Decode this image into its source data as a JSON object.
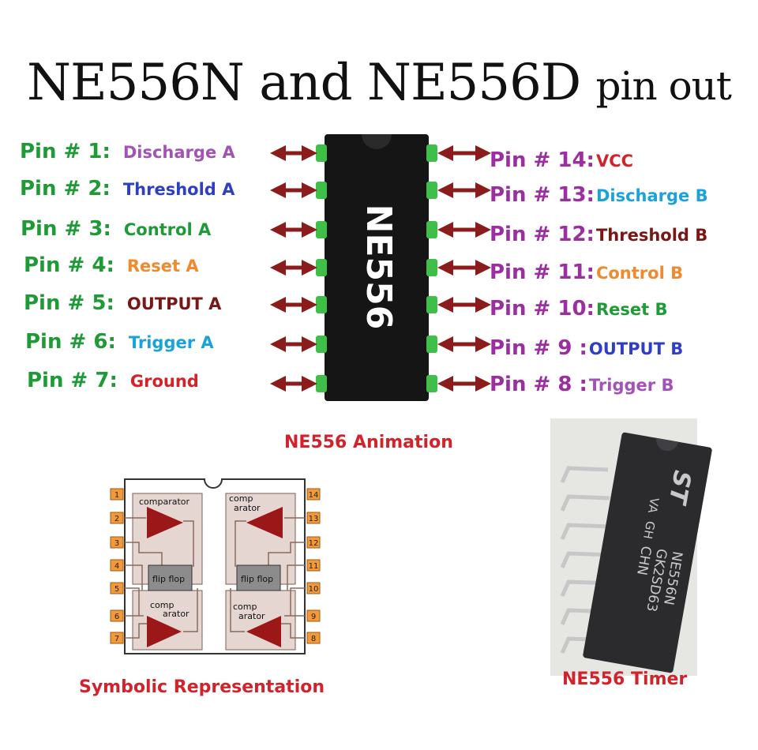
{
  "title": {
    "main": "NE556N and NE556D",
    "suffix": "pin out"
  },
  "chip_label": "NE556",
  "pins_left": [
    {
      "num": "Pin # 1:",
      "fn": "Discharge A",
      "color": "#a352b5"
    },
    {
      "num": "Pin # 2:",
      "fn": "Threshold A",
      "color": "#2e3fc4"
    },
    {
      "num": "Pin # 3:",
      "fn": "Control A",
      "color": "#1e9a36"
    },
    {
      "num": "Pin # 4:",
      "fn": "Reset A",
      "color": "#f08a2a"
    },
    {
      "num": "Pin # 5:",
      "fn": "OUTPUT A",
      "color": "#7a1616"
    },
    {
      "num": "Pin # 6:",
      "fn": "Trigger A",
      "color": "#1aa3d9"
    },
    {
      "num": "Pin # 7:",
      "fn": "Ground",
      "color": "#d2222a"
    }
  ],
  "pins_right": [
    {
      "num": "Pin # 14:",
      "fn": "VCC",
      "color": "#d2222a"
    },
    {
      "num": "Pin # 13:",
      "fn": "Discharge B",
      "color": "#1aa3d9"
    },
    {
      "num": "Pin # 12:",
      "fn": "Threshold B",
      "color": "#7a1616"
    },
    {
      "num": "Pin # 11:",
      "fn": "Control B",
      "color": "#f08a2a"
    },
    {
      "num": "Pin # 10:",
      "fn": "Reset B",
      "color": "#1e9a36"
    },
    {
      "num": "Pin #  9 :",
      "fn": "OUTPUT B",
      "color": "#2e3fc4"
    },
    {
      "num": "Pin #  8 :",
      "fn": "Trigger B",
      "color": "#a352b5"
    }
  ],
  "captions": {
    "animation": "NE556 Animation",
    "symbolic": "Symbolic Representation",
    "timer": "NE556 Timer"
  },
  "schematic": {
    "comparator_top_left": "comparator",
    "comp_top_right_1": "comp",
    "comp_top_right_2": "arator",
    "flip_flop_left": "flip flop",
    "flip_flop_right": "flip flop",
    "comp_bottom_left_1": "comp",
    "comp_bottom_left_2": "arator",
    "comp_bottom_right_1": "comp",
    "comp_bottom_right_2": "arator",
    "pin_numbers_left": [
      "1",
      "2",
      "3",
      "4",
      "5",
      "6",
      "7"
    ],
    "pin_numbers_right": [
      "14",
      "13",
      "12",
      "11",
      "10",
      "9",
      "8"
    ]
  },
  "photo_marking": {
    "logo": "ST",
    "line1": "NE556N",
    "line2": "GK2SD63",
    "line3": "CHN",
    "line4": "GH",
    "line5": "VA"
  }
}
